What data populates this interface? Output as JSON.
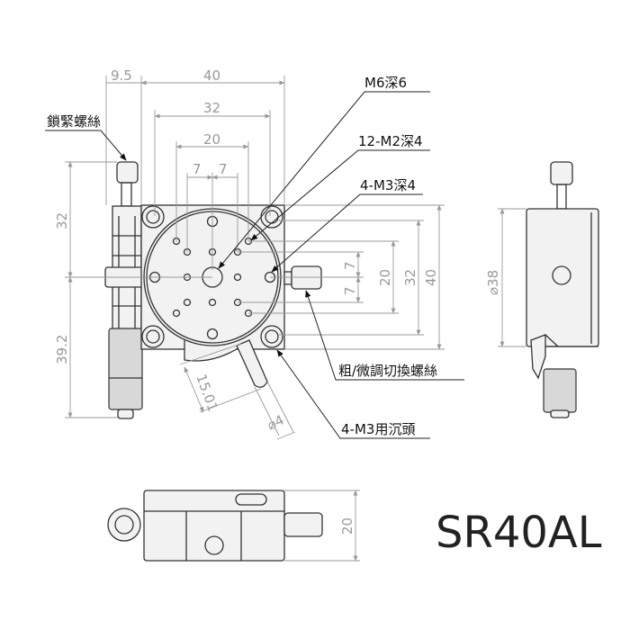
{
  "model": "SR40AL",
  "callouts": {
    "lock_screw": "鎖緊螺絲",
    "m6": "M6深6",
    "m2": "12-M2深4",
    "m3": "4-M3深4",
    "coarse_fine": "粗/微調切換螺絲",
    "m3_counterbore": "4-M3用沉頭"
  },
  "dimensions": {
    "top_offset": "9.5",
    "top_width": "40",
    "top_32": "32",
    "top_20": "20",
    "top_7a": "7",
    "top_7b": "7",
    "left_32": "32",
    "left_39_2": "39.2",
    "right_7a": "7",
    "right_7b": "7",
    "right_20": "20",
    "right_32": "32",
    "right_40": "40",
    "lever_15_01": "15.01",
    "lever_dia4": "⌀4",
    "side_dia38": "⌀38",
    "bottom_height": "20"
  }
}
